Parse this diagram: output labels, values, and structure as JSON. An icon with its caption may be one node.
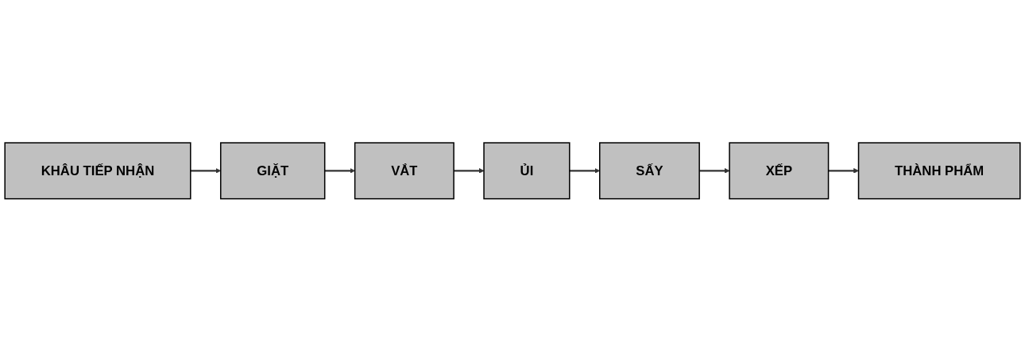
{
  "diagram": {
    "nodes": [
      {
        "text": [
          "KHÂU TIẾP NHẬN"
        ]
      },
      {
        "text": [
          "GIẶT"
        ]
      },
      {
        "text": [
          "VẮT"
        ]
      },
      {
        "text": [
          "ỦI"
        ]
      },
      {
        "text": [
          "SẤY"
        ]
      },
      {
        "text": [
          "XẾP"
        ]
      },
      {
        "text": [
          "THÀNH PHẨM"
        ]
      }
    ],
    "edges": [
      {
        "from": 0,
        "to": 1,
        "arrow": "to"
      },
      {
        "from": 1,
        "to": 2,
        "arrow": "to"
      },
      {
        "from": 2,
        "to": 3,
        "arrow": "to"
      },
      {
        "from": 3,
        "to": 4,
        "arrow": "to"
      },
      {
        "from": 4,
        "to": 5,
        "arrow": "to"
      },
      {
        "from": 5,
        "to": 6,
        "arrow": "to"
      }
    ]
  }
}
